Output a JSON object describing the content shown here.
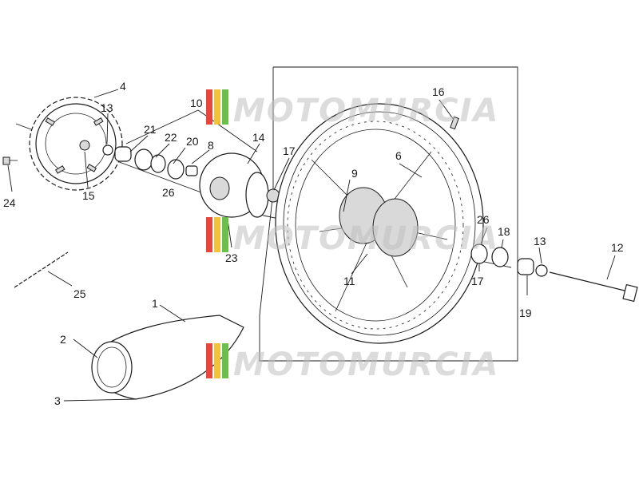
{
  "watermark": {
    "text": "MOTOMURCIA",
    "colors": [
      "#e8453c",
      "#f2c33a",
      "#6cc04a"
    ]
  },
  "callouts": [
    {
      "id": "c1",
      "text": "1"
    },
    {
      "id": "c2",
      "text": "2"
    },
    {
      "id": "c3",
      "text": "3"
    },
    {
      "id": "c4",
      "text": "4"
    },
    {
      "id": "c6",
      "text": "6"
    },
    {
      "id": "c8",
      "text": "8"
    },
    {
      "id": "c9",
      "text": "9"
    },
    {
      "id": "c10",
      "text": "10"
    },
    {
      "id": "c11",
      "text": "11"
    },
    {
      "id": "c12",
      "text": "12"
    },
    {
      "id": "c13a",
      "text": "13"
    },
    {
      "id": "c13b",
      "text": "13"
    },
    {
      "id": "c14",
      "text": "14"
    },
    {
      "id": "c15",
      "text": "15"
    },
    {
      "id": "c16",
      "text": "16"
    },
    {
      "id": "c17a",
      "text": "17"
    },
    {
      "id": "c17b",
      "text": "17"
    },
    {
      "id": "c18",
      "text": "18"
    },
    {
      "id": "c19",
      "text": "19"
    },
    {
      "id": "c20",
      "text": "20"
    },
    {
      "id": "c21",
      "text": "21"
    },
    {
      "id": "c22",
      "text": "22"
    },
    {
      "id": "c23",
      "text": "23"
    },
    {
      "id": "c24",
      "text": "24"
    },
    {
      "id": "c25",
      "text": "25"
    },
    {
      "id": "c26a",
      "text": "26"
    },
    {
      "id": "c26b",
      "text": "26"
    }
  ]
}
